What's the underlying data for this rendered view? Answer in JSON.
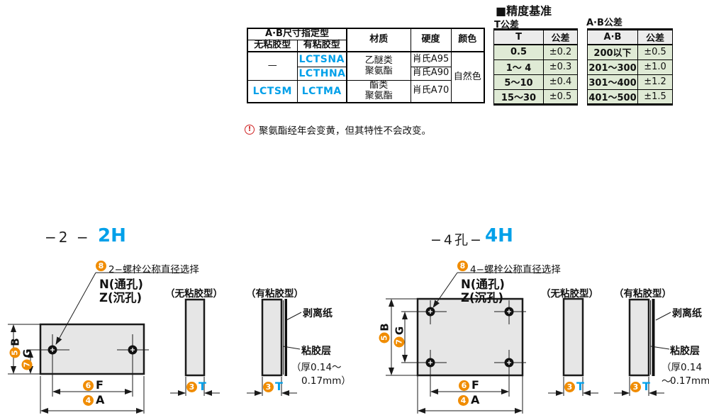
{
  "colors": {
    "accent_cyan": "#00a0e9",
    "badge_orange": "#f08c00",
    "table_green": "#dfead5",
    "header_gray": "#ececec",
    "plate_gray": "#e6e6e6",
    "warning_red": "#cf2222"
  },
  "spec_table": {
    "group_header": "A·B尺寸指定型",
    "col_no_adhesive": "无粘胶型",
    "col_adhesive": "有粘胶型",
    "col_material": "材质",
    "col_hardness": "硬度",
    "col_color": "颜色",
    "dash": "—",
    "pn_lctsna": "LCTSNA",
    "pn_lcthna": "LCTHNA",
    "pn_lctsm": "LCTSM",
    "pn_lctma": "LCTMA",
    "mat_ether": "乙醚类\n聚氨酯",
    "mat_ester": "酯类\n聚氨酯",
    "hard_a95": "肖氏A95",
    "hard_a90": "肖氏A90",
    "hard_a70": "肖氏A70",
    "color_natural": "自然色"
  },
  "note": {
    "icon": "!",
    "text": "聚氨酯经年会变黄，但其特性不会改变。"
  },
  "accuracy": {
    "title": "■精度基准",
    "t_tol": {
      "label": "T公差",
      "col1": "T",
      "col2": "公差",
      "rows": [
        [
          "0.5",
          "±0.2"
        ],
        [
          "1～ 4",
          "±0.3"
        ],
        [
          "5～10",
          "±0.4"
        ],
        [
          "15～30",
          "±0.5"
        ]
      ]
    },
    "ab_tol": {
      "label": "A·B公差",
      "col1": "A·B",
      "col2": "公差",
      "rows": [
        [
          "200以下",
          "±0.5"
        ],
        [
          "201～300",
          "±1.0"
        ],
        [
          "301～400",
          "±1.2"
        ],
        [
          "401～500",
          "±1.5"
        ]
      ]
    }
  },
  "drawing_2h": {
    "title_prefix": "−2 −",
    "title_code": "2H",
    "callout_num": "8",
    "callout_text": "2−螺栓公称直径选择",
    "hole_n": "N(通孔)",
    "hole_z": "Z(沉孔)",
    "label_no_adhesive": "（无粘胶型）",
    "label_adhesive": "（有粘胶型）",
    "release_paper": "剥离纸",
    "adhesive_layer": "粘胶层",
    "thickness_line1": "（厚0.14～",
    "thickness_line2": "0.17mm）",
    "dim_b_num": "5",
    "dim_b": "B",
    "dim_g_num": "7",
    "dim_g": "G",
    "dim_f_num": "6",
    "dim_f": "F",
    "dim_a_num": "4",
    "dim_a": "A",
    "dim_t_num": "3",
    "dim_t": "T"
  },
  "drawing_4h": {
    "title_prefix": "−4孔−",
    "title_code": "4H",
    "callout_num": "8",
    "callout_text": "4−螺栓公称直径选择",
    "hole_n": "N(通孔)",
    "hole_z": "Z(沉孔)",
    "label_no_adhesive": "（无粘胶型）",
    "label_adhesive": "（有粘胶型）",
    "release_paper": "剥离纸",
    "adhesive_layer": "粘胶层",
    "thickness_line1": "（厚0.14～",
    "thickness_line2": "0.17mm）",
    "dim_b_num": "5",
    "dim_b": "B",
    "dim_g_num": "7",
    "dim_g": "G",
    "dim_f_num": "6",
    "dim_f": "F",
    "dim_a_num": "4",
    "dim_a": "A",
    "dim_t_num": "3",
    "dim_t": "T"
  }
}
